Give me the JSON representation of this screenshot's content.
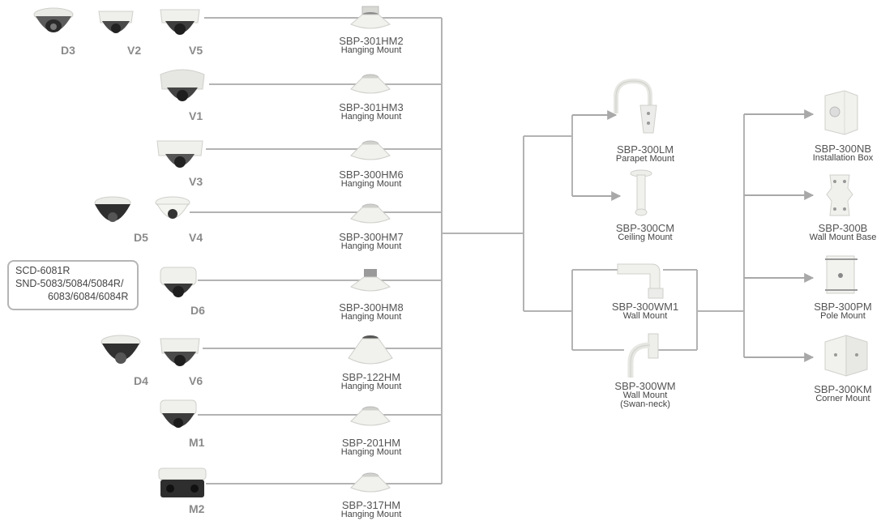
{
  "cameras": [
    "D3",
    "V2",
    "V5",
    "V1",
    "V3",
    "D5",
    "V4",
    "D6",
    "D4",
    "V6",
    "M1",
    "M2"
  ],
  "hanging_mounts": [
    {
      "code": "SBP-301HM2",
      "desc": "Hanging Mount"
    },
    {
      "code": "SBP-301HM3",
      "desc": "Hanging Mount"
    },
    {
      "code": "SBP-300HM6",
      "desc": "Hanging Mount"
    },
    {
      "code": "SBP-300HM7",
      "desc": "Hanging Mount"
    },
    {
      "code": "SBP-300HM8",
      "desc": "Hanging Mount"
    },
    {
      "code": "SBP-122HM",
      "desc": "Hanging Mount"
    },
    {
      "code": "SBP-201HM",
      "desc": "Hanging Mount"
    },
    {
      "code": "SBP-317HM",
      "desc": "Hanging Mount"
    }
  ],
  "middle_mounts": [
    {
      "code": "SBP-300LM",
      "desc": "Parapet Mount"
    },
    {
      "code": "SBP-300CM",
      "desc": "Ceiling Mount"
    },
    {
      "code": "SBP-300WM1",
      "desc": "Wall Mount"
    },
    {
      "code": "SBP-300WM",
      "desc": "Wall Mount",
      "desc2": "(Swan-neck)"
    }
  ],
  "right_mounts": [
    {
      "code": "SBP-300NB",
      "desc": "Installation Box"
    },
    {
      "code": "SBP-300B",
      "desc": "Wall Mount Base"
    },
    {
      "code": "SBP-300PM",
      "desc": "Pole Mount"
    },
    {
      "code": "SBP-300KM",
      "desc": "Corner Mount"
    }
  ],
  "model_box": {
    "line1": "SCD-6081R",
    "line2": "SND-5083/5084/5084R/",
    "line3": "6083/6084/6084R"
  },
  "colors": {
    "line": "#b3b3b3",
    "arrow": "#a8a8a8",
    "label": "#8a8a8a",
    "device_body": "#eeeeea",
    "lens": "#2a2a2a"
  }
}
